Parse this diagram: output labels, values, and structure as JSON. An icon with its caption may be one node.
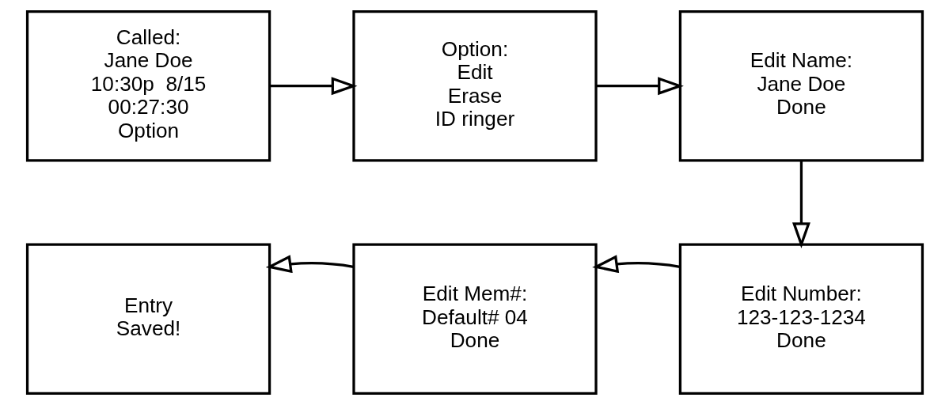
{
  "diagram": {
    "nodes": [
      {
        "text": [
          "Called:",
          "Jane Doe",
          "10:30p  8/15",
          "00:27:30",
          "Option"
        ]
      },
      {
        "text": [
          "Option:",
          "Edit",
          "Erase",
          "ID ringer"
        ]
      },
      {
        "text": [
          "Edit Name:",
          "Jane Doe",
          "Done"
        ]
      },
      {
        "text": [
          "Edit Number:",
          "123-123-1234",
          "Done"
        ]
      },
      {
        "text": [
          "Edit Mem#:",
          "Default# 04",
          "Done"
        ]
      },
      {
        "text": [
          "Entry",
          "Saved!"
        ]
      }
    ],
    "edges": [
      {
        "from": 0,
        "to": 1,
        "arrow": "to"
      },
      {
        "from": 1,
        "to": 2,
        "arrow": "to"
      },
      {
        "from": 2,
        "to": 3,
        "arrow": "to"
      },
      {
        "from": 3,
        "to": 4,
        "arrow": "to"
      },
      {
        "from": 4,
        "to": 5,
        "arrow": "to"
      }
    ]
  }
}
